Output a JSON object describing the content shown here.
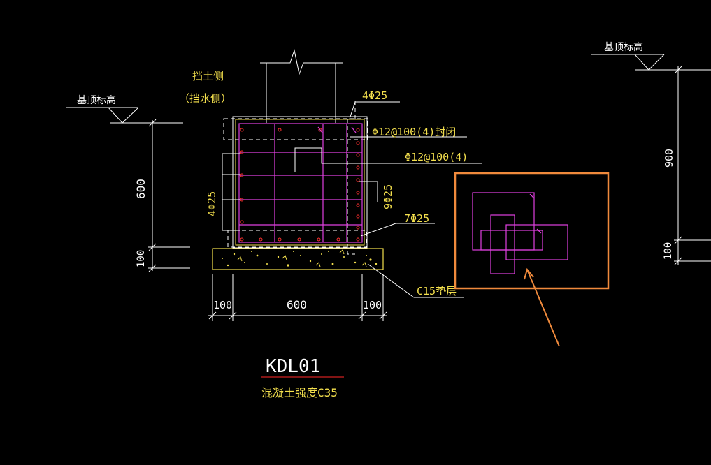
{
  "labels": {
    "top_elev_left": "基顶标高",
    "top_elev_right": "基顶标高",
    "retain_side_1": "挡土侧",
    "retain_side_2": "（挡水侧）",
    "rebar_top": "4Φ25",
    "rebar_stirrup_closed": "Φ12@100(4)封闭",
    "rebar_tie": "Φ12@100(4)",
    "rebar_left": "4Φ25",
    "rebar_right": "9Φ25",
    "rebar_bottom": "7Φ25",
    "cushion": "C15垫层",
    "title": "KDL01",
    "concrete": "混凝土强度C35"
  },
  "dimensions": {
    "left_600": "600",
    "left_100": "100",
    "bottom_left_100": "100",
    "bottom_600": "600",
    "bottom_right_100": "100",
    "right_900": "900",
    "right_100": "100"
  },
  "colors": {
    "background": "#000000",
    "line_white": "#ffffff",
    "text_yellow": "#f4e04d",
    "rebar_magenta": "#e040e0",
    "rebar_red": "#ff3030",
    "highlight_orange": "#f08a3c",
    "title_underline": "#d02020"
  }
}
